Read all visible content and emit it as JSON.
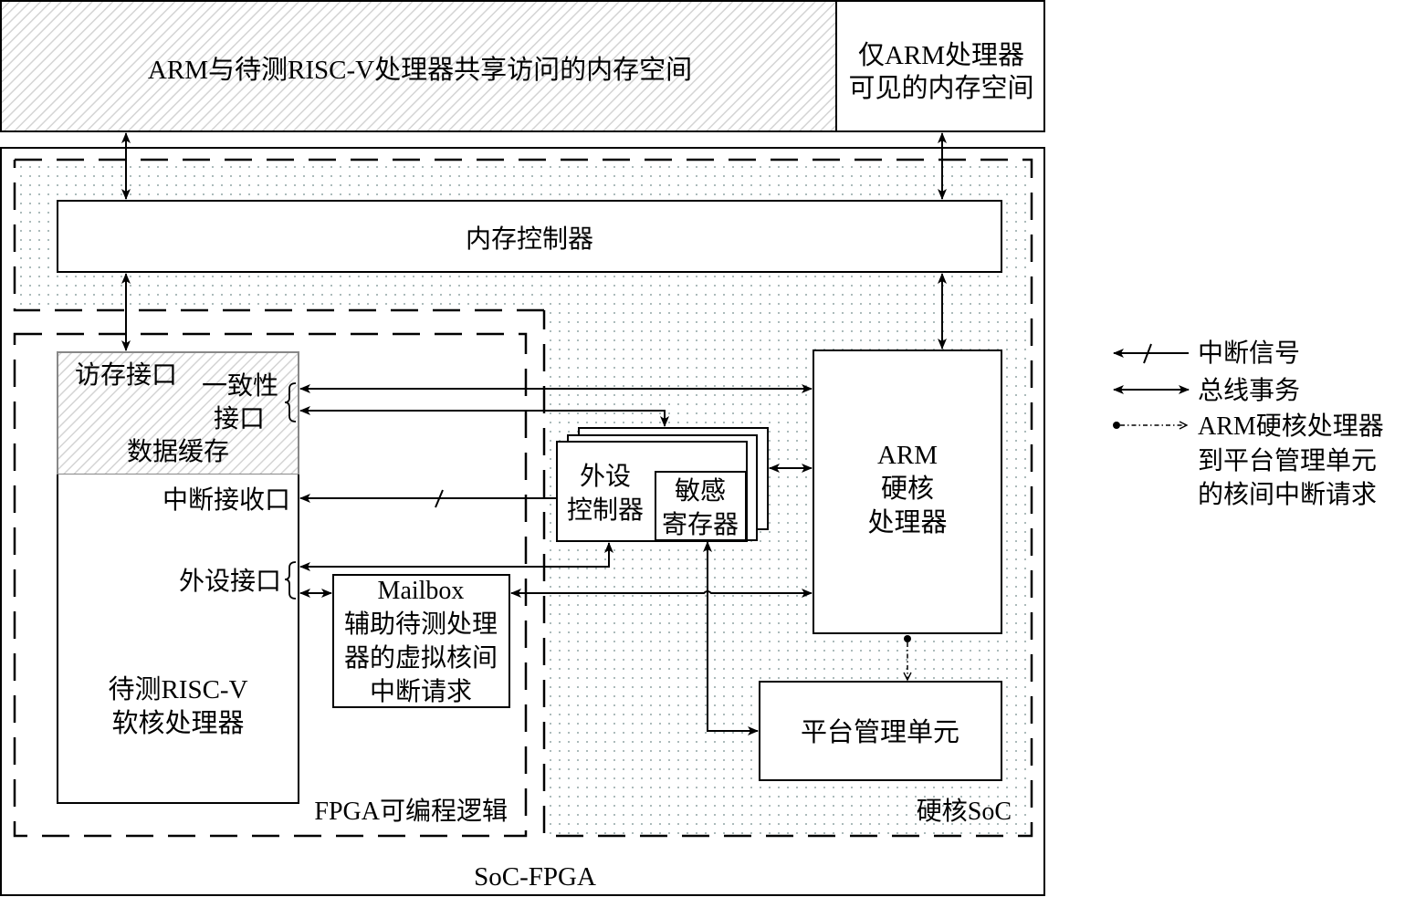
{
  "memory": {
    "shared_label": "ARM与待测RISC-V处理器共享访问的内存空间",
    "arm_only_line1": "仅ARM处理器",
    "arm_only_line2": "可见的内存空间"
  },
  "soc_fpga": {
    "label": "SoC-FPGA",
    "memory_controller": "内存控制器",
    "fpga_region_label": "FPGA可编程逻辑",
    "hard_soc_label": "硬核SoC"
  },
  "riscv": {
    "mem_access_if": "访存接口",
    "coherence_if_line1": "一致性",
    "coherence_if_line2": "接口",
    "data_cache": "数据缓存",
    "irq_receive_if": "中断接收口",
    "peripheral_if": "外设接口",
    "name_line1": "待测RISC-V",
    "name_line2": "软核处理器"
  },
  "mailbox": {
    "title": "Mailbox",
    "line1": "辅助待测处理",
    "line2": "器的虚拟核间",
    "line3": "中断请求"
  },
  "peripheral": {
    "line1": "外设",
    "line2": "控制器",
    "sensitive_line1": "敏感",
    "sensitive_line2": "寄存器"
  },
  "arm": {
    "line1": "ARM",
    "line2": "硬核",
    "line3": "处理器"
  },
  "pmu": {
    "label": "平台管理单元"
  },
  "legend": {
    "interrupt": "中断信号",
    "bus": "总线事务",
    "ipi_line1": "ARM硬核处理器",
    "ipi_line2": "到平台管理单元",
    "ipi_line3": "的核间中断请求"
  }
}
